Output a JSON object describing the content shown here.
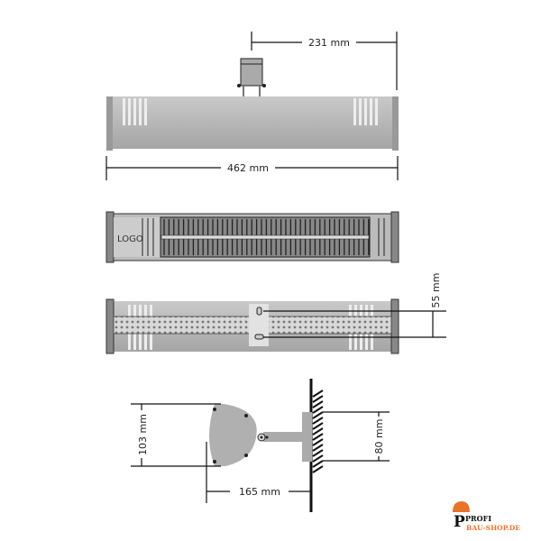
{
  "dimensions": {
    "half_length": "231 mm",
    "length": "462 mm",
    "bracket_spacing": "55 mm",
    "height": "103 mm",
    "plate_height": "80 mm",
    "depth": "165 mm"
  },
  "front_view": {
    "logo_text": "LOGO"
  },
  "watermark": {
    "line1": "PROFI",
    "line2": "BAU-SHOP.DE",
    "color": "#e8742a"
  },
  "colors": {
    "body": "#b4b4b4",
    "outline": "#222222"
  }
}
